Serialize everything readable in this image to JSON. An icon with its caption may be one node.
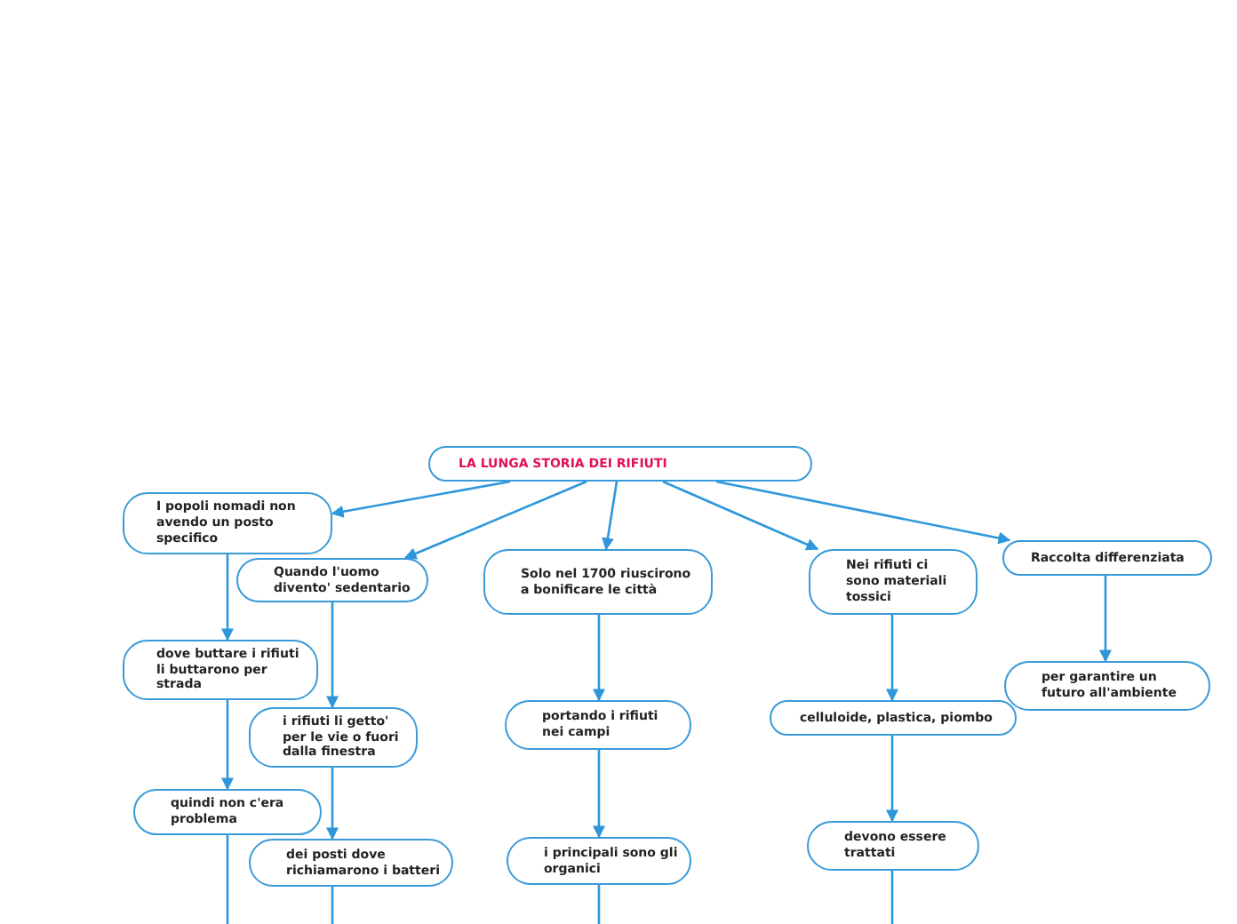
{
  "diagram": {
    "nodes": [
      {
        "text": [
          "LA LUNGA STORIA DEI RIFIUTI"
        ]
      },
      {
        "text": [
          "I popoli nomadi non avendo un posto specifico"
        ]
      },
      {
        "text": [
          "Quando l'uomo divento' sedentario"
        ]
      },
      {
        "text": [
          "Solo nel 1700 riuscirono a bonificare le città"
        ]
      },
      {
        "text": [
          "Nei rifiuti ci sono materiali tossici"
        ]
      },
      {
        "text": [
          "Raccolta differenziata"
        ]
      },
      {
        "text": [
          "dove buttare i rifiuti li buttarono per strada"
        ]
      },
      {
        "text": [
          "i rifiuti li getto' per le vie o fuori dalla finestra"
        ]
      },
      {
        "text": [
          "portando i rifiuti nei campi"
        ]
      },
      {
        "text": [
          "celluloide, plastica, piombo"
        ]
      },
      {
        "text": [
          "per garantire un futuro all'ambiente"
        ]
      },
      {
        "text": [
          "quindi non c'era problema"
        ]
      },
      {
        "text": [
          "dei posti dove richiamarono i batteri"
        ]
      },
      {
        "text": [
          "i principali sono gli organici"
        ]
      },
      {
        "text": [
          "devono essere trattati"
        ]
      }
    ],
    "edges": [
      {
        "from": 0,
        "to": 1,
        "arrow": "to"
      },
      {
        "from": 0,
        "to": 2,
        "arrow": "to"
      },
      {
        "from": 0,
        "to": 3,
        "arrow": "to"
      },
      {
        "from": 0,
        "to": 4,
        "arrow": "to"
      },
      {
        "from": 0,
        "to": 5,
        "arrow": "to"
      },
      {
        "from": 1,
        "to": 6,
        "arrow": "to"
      },
      {
        "from": 2,
        "to": 7,
        "arrow": "to"
      },
      {
        "from": 3,
        "to": 8,
        "arrow": "to"
      },
      {
        "from": 4,
        "to": 9,
        "arrow": "to"
      },
      {
        "from": 5,
        "to": 10,
        "arrow": "to"
      },
      {
        "from": 6,
        "to": 11,
        "arrow": "to"
      },
      {
        "from": 7,
        "to": 12,
        "arrow": "to"
      },
      {
        "from": 8,
        "to": 13,
        "arrow": "to"
      },
      {
        "from": 9,
        "to": 14,
        "arrow": "to"
      },
      {
        "from": 11,
        "to": null,
        "arrow": "none"
      },
      {
        "from": 12,
        "to": null,
        "arrow": "none"
      },
      {
        "from": 13,
        "to": null,
        "arrow": "none"
      },
      {
        "from": 14,
        "to": null,
        "arrow": "none"
      }
    ]
  }
}
